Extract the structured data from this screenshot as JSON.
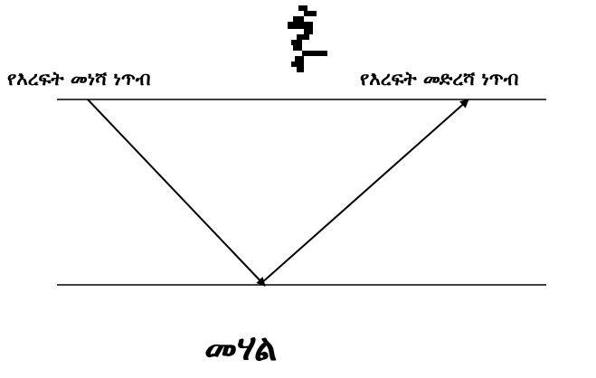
{
  "labels": {
    "start_point": "የእረፍት መነሻ ነጥብ",
    "end_point": "የእረፍት መድረሻ ነጥብ",
    "bottom": "መሃል"
  },
  "icons": {
    "top_glyph": "rest-glyph-icon"
  },
  "colors": {
    "ink": "#000000",
    "background": "#ffffff"
  }
}
